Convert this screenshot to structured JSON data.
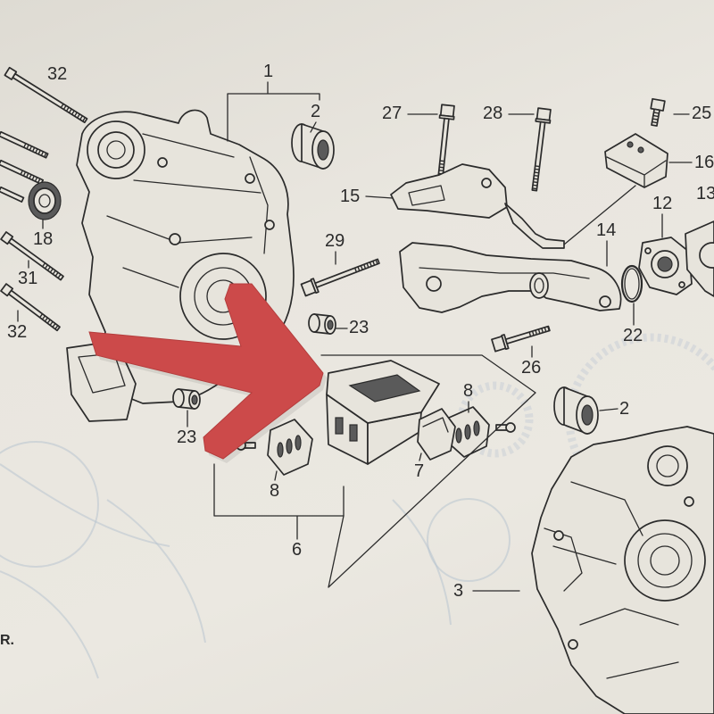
{
  "callouts": [
    "32",
    "1",
    "2",
    "27",
    "28",
    "25",
    "16",
    "15",
    "12",
    "13",
    "14",
    "18",
    "29",
    "31",
    "32",
    "23",
    "22",
    "26",
    "8",
    "2",
    "23",
    "8",
    "7",
    "6",
    "3"
  ],
  "corner_text": "R.",
  "colors": {
    "paper": "#e7e4dc",
    "ink": "#2b2b2b",
    "arrow": "#cc4a4a",
    "ghost": "#b8c4d0",
    "shade": "#5a5a5a"
  }
}
